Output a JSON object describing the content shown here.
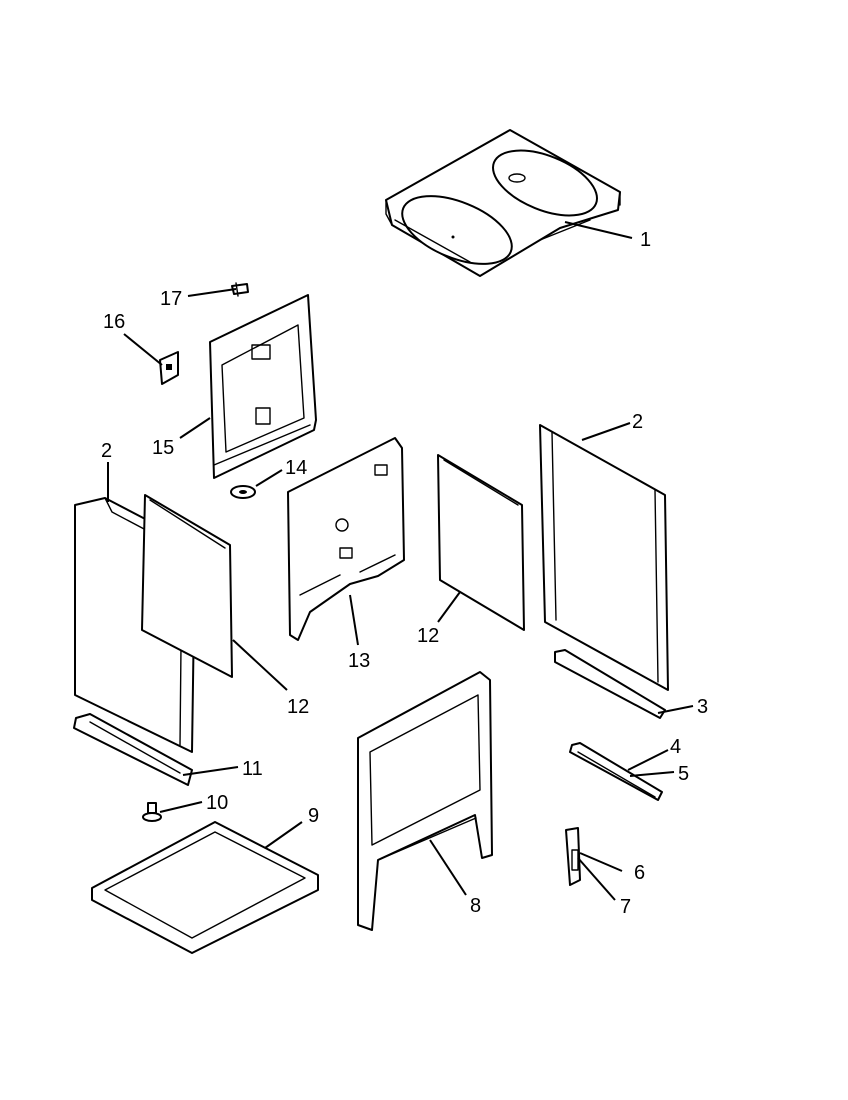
{
  "callouts": [
    {
      "label": "1"
    },
    {
      "label": "2"
    },
    {
      "label": "2"
    },
    {
      "label": "3"
    },
    {
      "label": "4"
    },
    {
      "label": "5"
    },
    {
      "label": "6"
    },
    {
      "label": "7"
    },
    {
      "label": "8"
    },
    {
      "label": "9"
    },
    {
      "label": "10"
    },
    {
      "label": "11"
    },
    {
      "label": "12"
    },
    {
      "label": "12"
    },
    {
      "label": "13"
    },
    {
      "label": "14"
    },
    {
      "label": "15"
    },
    {
      "label": "16"
    },
    {
      "label": "17"
    }
  ]
}
